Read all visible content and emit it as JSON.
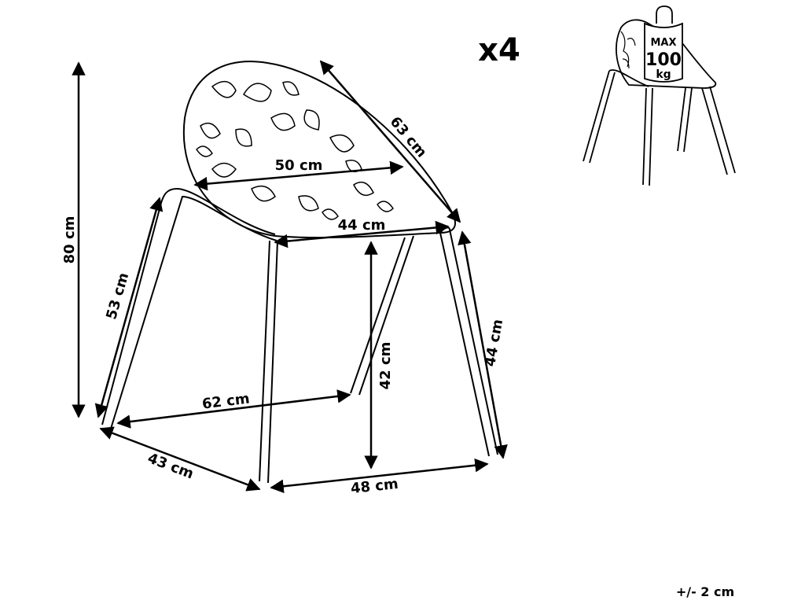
{
  "quantity": "x4",
  "tolerance": "+/- 2 cm",
  "weight_badge": {
    "line1": "MAX",
    "line2": "100",
    "line3": "kg"
  },
  "dimensions": {
    "total_height": "80 cm",
    "back_diagonal": "63 cm",
    "back_width": "50 cm",
    "seat_width": "44 cm",
    "backrest_leg": "53 cm",
    "seat_height": "42 cm",
    "front_leg": "44 cm",
    "base_diagonal": "62 cm",
    "base_depth": "43 cm",
    "base_width": "48 cm"
  },
  "colors": {
    "line": "#000000",
    "background": "#ffffff"
  }
}
